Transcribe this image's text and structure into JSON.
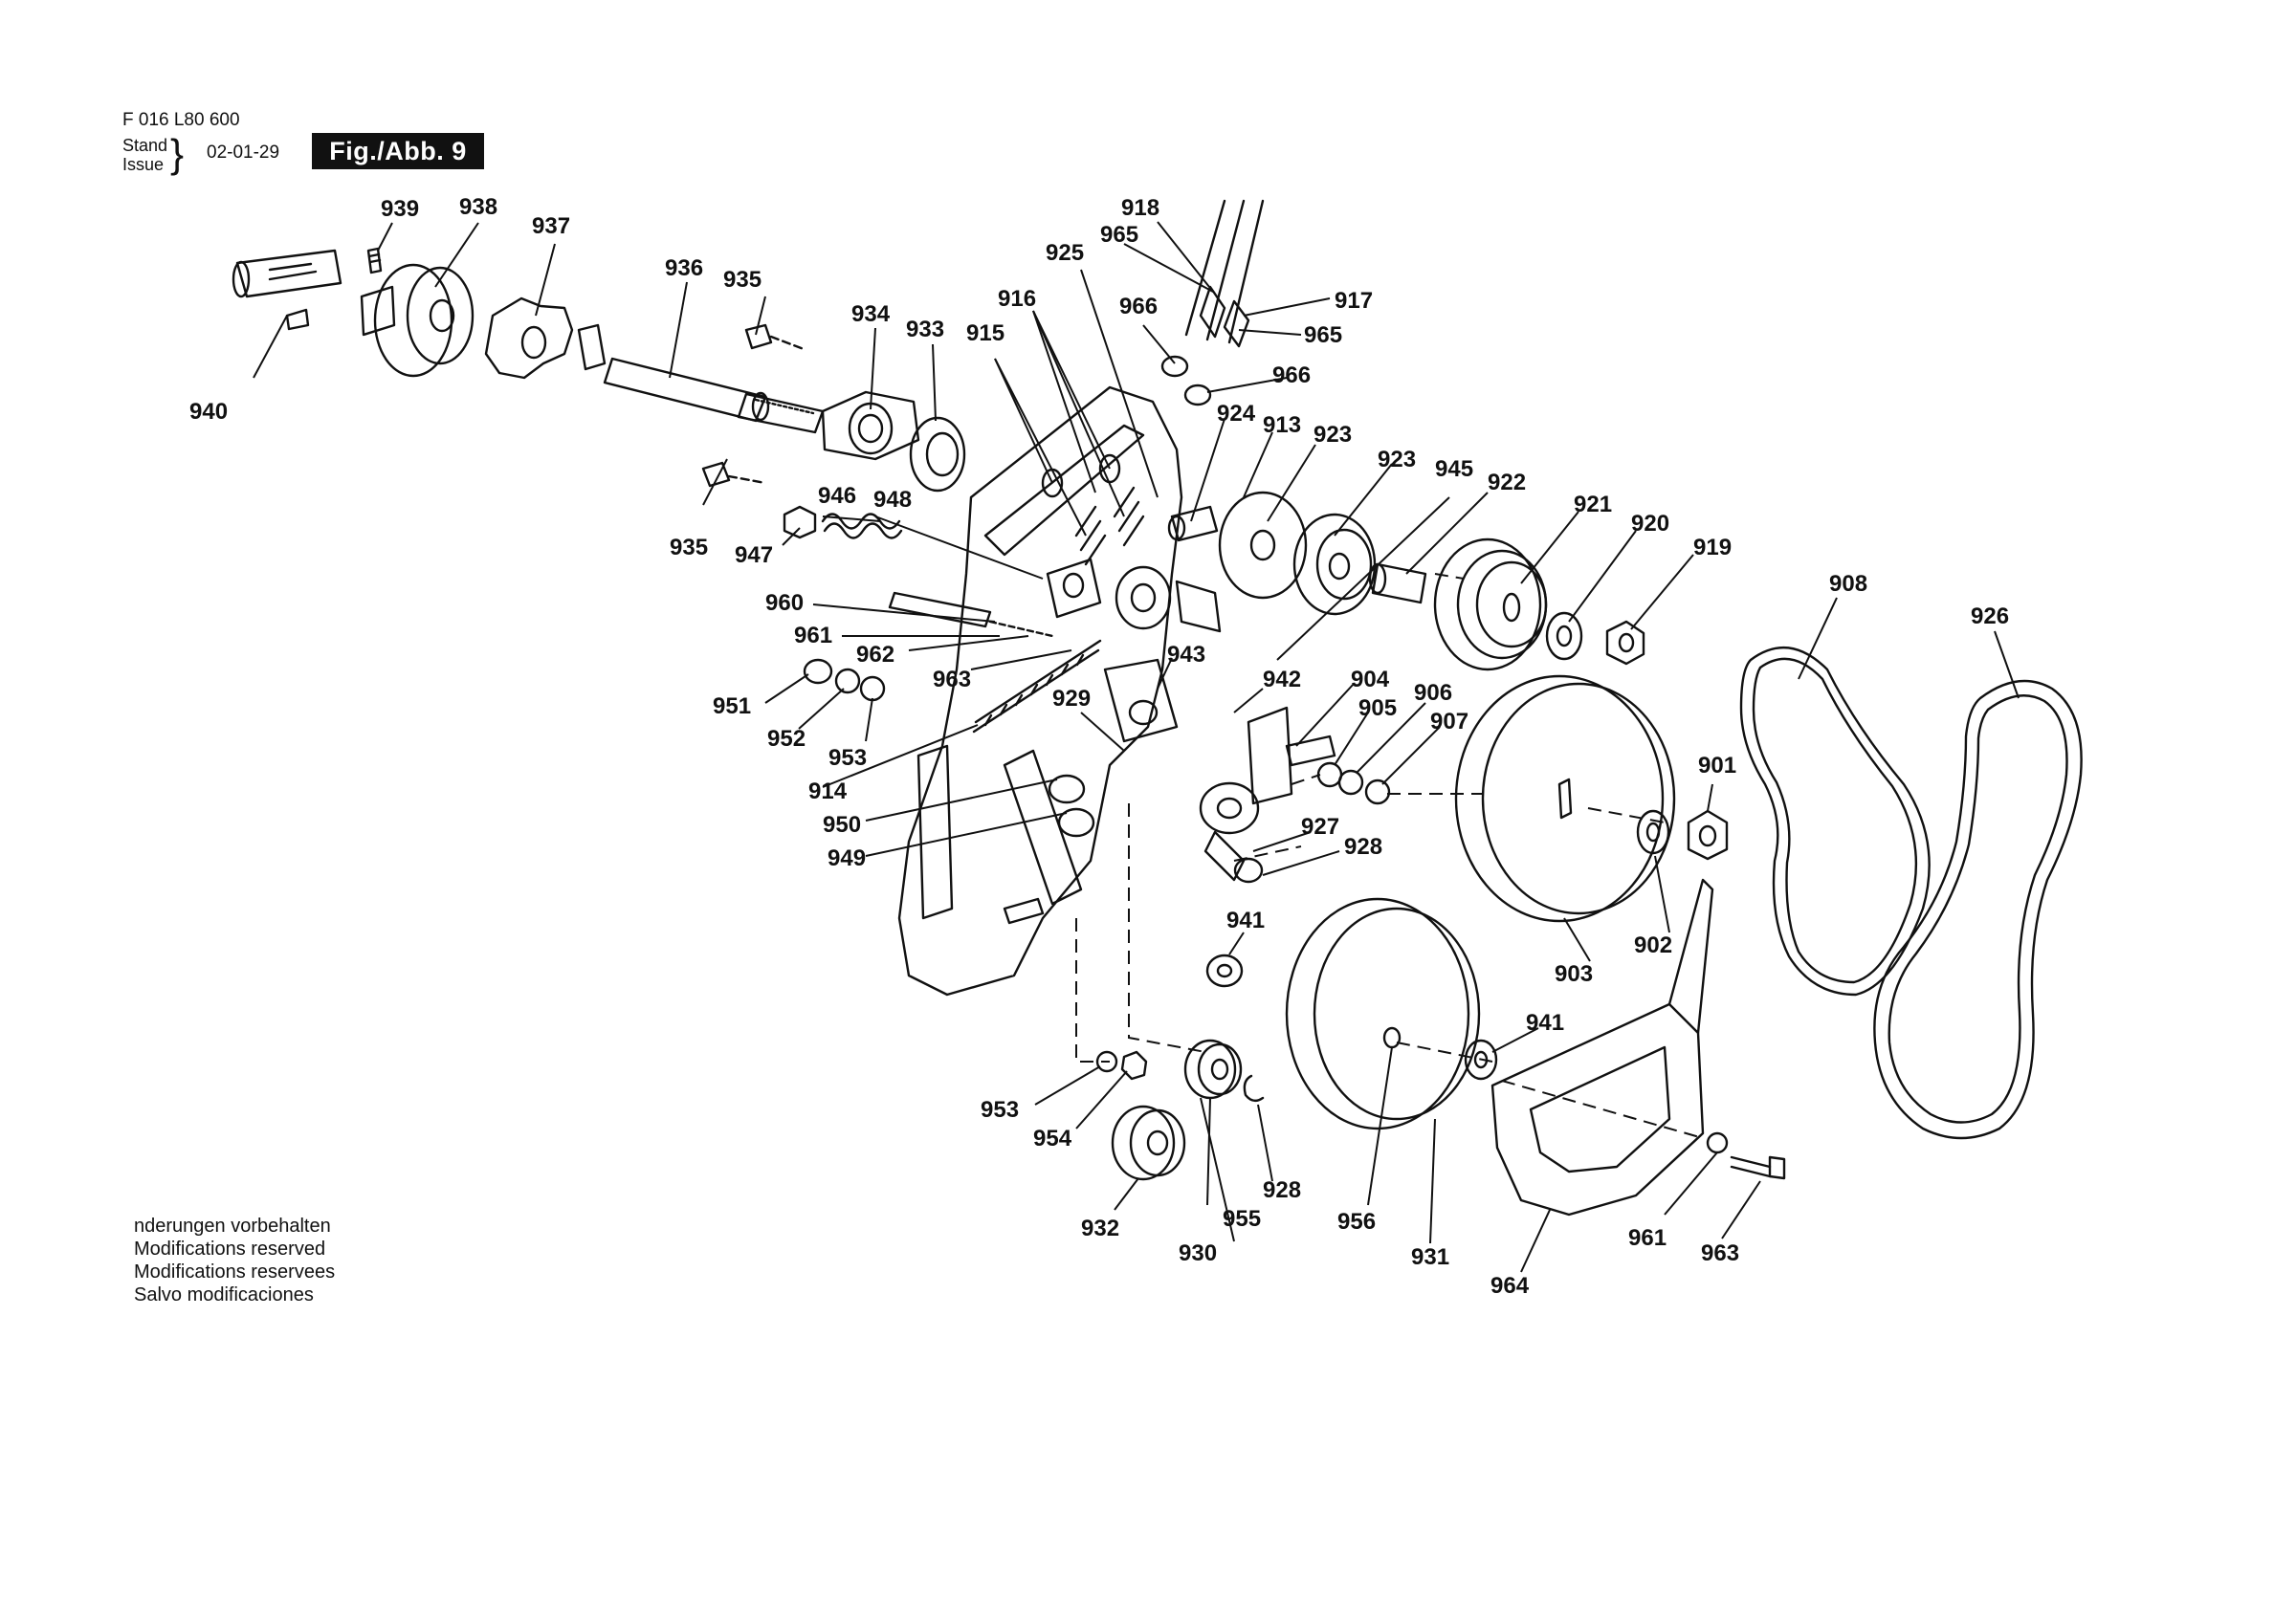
{
  "header": {
    "doc_number": "F 016 L80 600",
    "stand_label": "Stand",
    "issue_label": "Issue",
    "brace": "}",
    "date": "02-01-29",
    "figure_label": "Fig./Abb. 9"
  },
  "part_labels": [
    {
      "id": "939",
      "text": "939"
    },
    {
      "id": "938",
      "text": "938"
    },
    {
      "id": "937",
      "text": "937"
    },
    {
      "id": "936",
      "text": "936"
    },
    {
      "id": "935a",
      "text": "935"
    },
    {
      "id": "940",
      "text": "940"
    },
    {
      "id": "934",
      "text": "934"
    },
    {
      "id": "933",
      "text": "933"
    },
    {
      "id": "915",
      "text": "915"
    },
    {
      "id": "916",
      "text": "916"
    },
    {
      "id": "925",
      "text": "925"
    },
    {
      "id": "918",
      "text": "918"
    },
    {
      "id": "965a",
      "text": "965"
    },
    {
      "id": "917",
      "text": "917"
    },
    {
      "id": "966a",
      "text": "966"
    },
    {
      "id": "965b",
      "text": "965"
    },
    {
      "id": "966b",
      "text": "966"
    },
    {
      "id": "924",
      "text": "924"
    },
    {
      "id": "913",
      "text": "913"
    },
    {
      "id": "923a",
      "text": "923"
    },
    {
      "id": "923b",
      "text": "923"
    },
    {
      "id": "945",
      "text": "945"
    },
    {
      "id": "922",
      "text": "922"
    },
    {
      "id": "921",
      "text": "921"
    },
    {
      "id": "920",
      "text": "920"
    },
    {
      "id": "919",
      "text": "919"
    },
    {
      "id": "908",
      "text": "908"
    },
    {
      "id": "926",
      "text": "926"
    },
    {
      "id": "935b",
      "text": "935"
    },
    {
      "id": "947",
      "text": "947"
    },
    {
      "id": "946",
      "text": "946"
    },
    {
      "id": "948",
      "text": "948"
    },
    {
      "id": "960",
      "text": "960"
    },
    {
      "id": "961a",
      "text": "961"
    },
    {
      "id": "962",
      "text": "962"
    },
    {
      "id": "963a",
      "text": "963"
    },
    {
      "id": "951",
      "text": "951"
    },
    {
      "id": "952",
      "text": "952"
    },
    {
      "id": "953a",
      "text": "953"
    },
    {
      "id": "914",
      "text": "914"
    },
    {
      "id": "950",
      "text": "950"
    },
    {
      "id": "949",
      "text": "949"
    },
    {
      "id": "929",
      "text": "929"
    },
    {
      "id": "943",
      "text": "943"
    },
    {
      "id": "942",
      "text": "942"
    },
    {
      "id": "904",
      "text": "904"
    },
    {
      "id": "905",
      "text": "905"
    },
    {
      "id": "906",
      "text": "906"
    },
    {
      "id": "907",
      "text": "907"
    },
    {
      "id": "901",
      "text": "901"
    },
    {
      "id": "927",
      "text": "927"
    },
    {
      "id": "928a",
      "text": "928"
    },
    {
      "id": "941a",
      "text": "941"
    },
    {
      "id": "902",
      "text": "902"
    },
    {
      "id": "903",
      "text": "903"
    },
    {
      "id": "941b",
      "text": "941"
    },
    {
      "id": "953b",
      "text": "953"
    },
    {
      "id": "954",
      "text": "954"
    },
    {
      "id": "932",
      "text": "932"
    },
    {
      "id": "955",
      "text": "955"
    },
    {
      "id": "930",
      "text": "930"
    },
    {
      "id": "928b",
      "text": "928"
    },
    {
      "id": "956",
      "text": "956"
    },
    {
      "id": "931",
      "text": "931"
    },
    {
      "id": "961b",
      "text": "961"
    },
    {
      "id": "963b",
      "text": "963"
    },
    {
      "id": "964",
      "text": "964"
    }
  ],
  "notes": [
    "nderungen vorbehalten",
    "Modifications reserved",
    "Modifications reservees",
    "Salvo modificaciones"
  ]
}
